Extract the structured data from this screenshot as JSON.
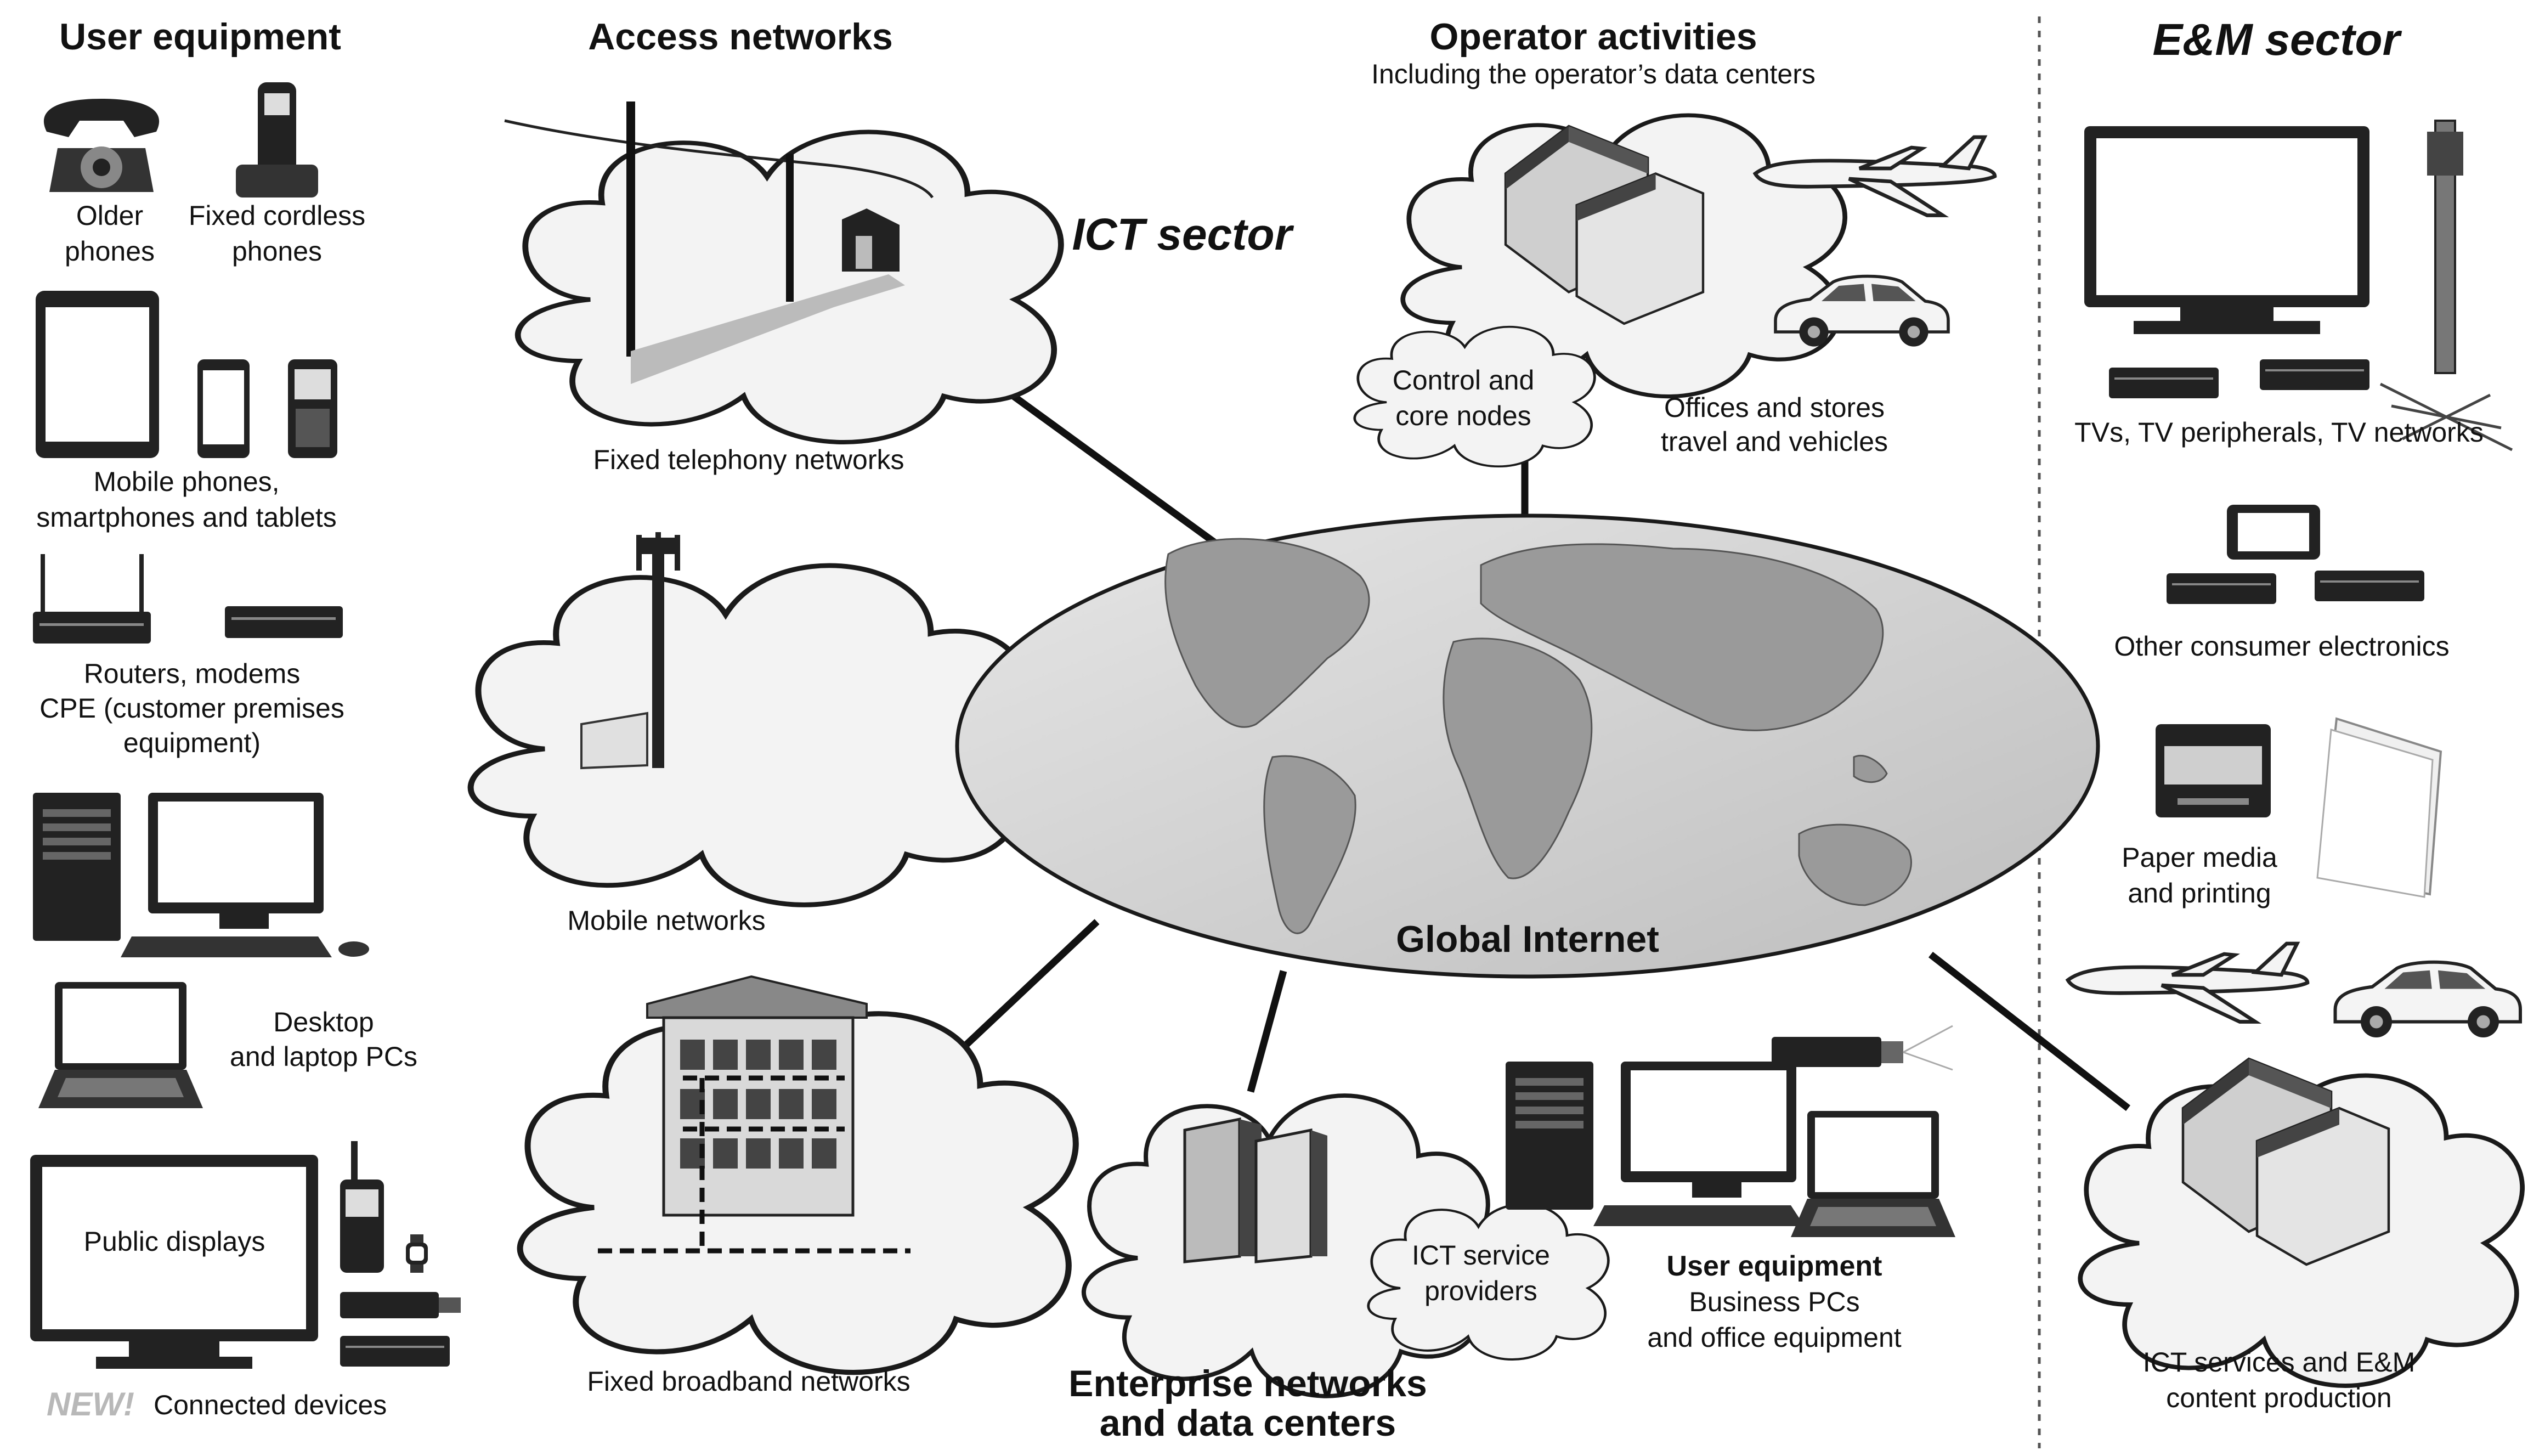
{
  "headers": {
    "user_equipment": "User equipment",
    "access_networks": "Access networks",
    "operator_activities": "Operator activities",
    "operator_sub": "Including the operator’s data centers",
    "em_sector": "E&M sector",
    "ict_sector": "ICT sector"
  },
  "user_equipment": {
    "older_phones": [
      "Older",
      "phones"
    ],
    "cordless_phones": [
      "Fixed cordless",
      "phones"
    ],
    "mobile": [
      "Mobile phones,",
      "smartphones and tablets"
    ],
    "routers": [
      "Routers, modems",
      "CPE (customer premises",
      "equipment)"
    ],
    "pcs": [
      "Desktop",
      "and laptop PCs"
    ],
    "public_displays": "Public displays",
    "new_tag": "NEW!",
    "connected": "Connected devices"
  },
  "access_networks": {
    "fixed_telephony": "Fixed telephony networks",
    "mobile": "Mobile networks",
    "fixed_broadband": "Fixed broadband networks"
  },
  "operator": {
    "control": [
      "Control and",
      "core nodes"
    ],
    "offices": [
      "Offices and stores",
      "travel and vehicles"
    ]
  },
  "center": {
    "global_internet": "Global Internet"
  },
  "enterprise": {
    "title": [
      "Enterprise networks",
      "and data centers"
    ],
    "ict_providers": [
      "ICT service",
      "providers"
    ],
    "user_eq_title": "User equipment",
    "user_eq_sub": [
      "Business PCs",
      "and office equipment"
    ]
  },
  "em": {
    "tvs": "TVs, TV peripherals, TV networks",
    "consumer": "Other consumer electronics",
    "paper": [
      "Paper media",
      "and printing"
    ],
    "services": [
      "ICT services and E&M",
      "content production"
    ]
  },
  "colors": {
    "cloud_fill": "#f3f3f3",
    "dark": "#1a1a1a",
    "mid": "#6f6f6f",
    "light": "#bdbdbd",
    "new_tag": "#b8b8b8"
  }
}
